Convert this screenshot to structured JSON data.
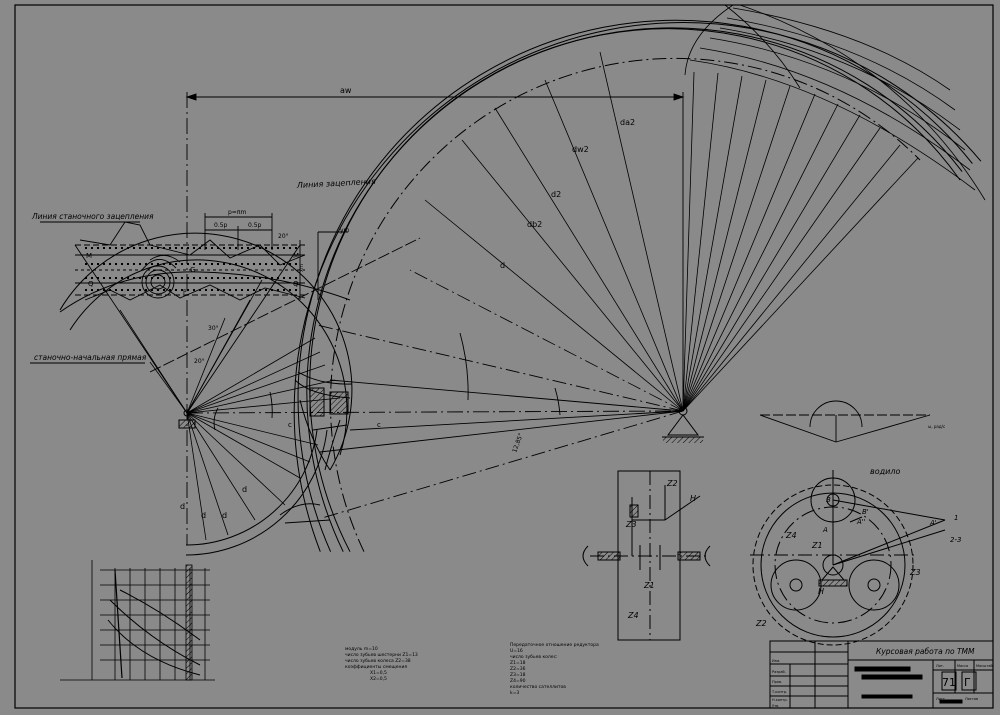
{
  "labels": {
    "aw": "aw",
    "line_of_action": "Линия зацепления",
    "rack_pitch_line": "Линия станочного зацепления",
    "rack_datum_line": "станочно-начальная прямая",
    "pitch_p": "p=πm",
    "half_pitch_left": "0.5p",
    "half_pitch_right": "0.5p",
    "angle_20_top": "20°",
    "angle_20_mid": "20°",
    "angle_30": "30°",
    "ym": "ym",
    "xm": "xm",
    "M_left": "M",
    "M_right": "M",
    "Q_left": "Q",
    "Q_right": "Q",
    "P_mark": "P",
    "G_mark": "G",
    "da2": "da2",
    "dw2": "dw2",
    "d2": "d2",
    "db2": "db2",
    "dr2": "d",
    "d1": "d",
    "da1": "d",
    "db1": "d",
    "dw1": "d",
    "c_left": "c",
    "c_right": "c",
    "angle_1285": "12,85°",
    "carrier": "водило",
    "label_1": "1",
    "label_2_3": "2-3",
    "Z1_plan": "Z1",
    "Z2_plan": "Z2",
    "Z3_plan": "Z3",
    "Z4_plan": "Z4",
    "H_plan": "H",
    "A_mark": "A",
    "A_prime": "A'",
    "A_dprime": "A''",
    "B_mark": "B",
    "B_prime": "B'",
    "Z1_kin": "Z1",
    "Z2_kin": "Z2",
    "Z3_kin": "Z3",
    "Z4_kin": "Z4",
    "H_kin": "H",
    "omega_axis": "ω, рад/с"
  },
  "notes_left": [
    "модуль m=10",
    "число зубьев шестерни Z1=13",
    "число зубьев колеса Z2=38",
    "коэффициенты смещения",
    "X1=0,5",
    "X2=0,5"
  ],
  "notes_right": [
    "Передаточное отношение редуктора",
    "U=16",
    "число зубьев колес:",
    "Z1=18",
    "Z2=36",
    "Z3=18",
    "Z4=90",
    "количество сателлитов",
    "k=3"
  ],
  "title_block": {
    "title": "Курсовая работа по ТММ",
    "sheet_number": "71",
    "letter": "Г",
    "col_lit": "Лит.",
    "col_mass": "Масса",
    "col_scale": "Масштаб",
    "sheet_label": "Лист",
    "sheets_label": "Листов",
    "roles": [
      "Изм.",
      "Разраб.",
      "Пров.",
      "Т.контр.",
      "Н.контр.",
      "Утв."
    ]
  },
  "colors": {
    "background": "#8a8a8a",
    "ink": "#000000"
  }
}
